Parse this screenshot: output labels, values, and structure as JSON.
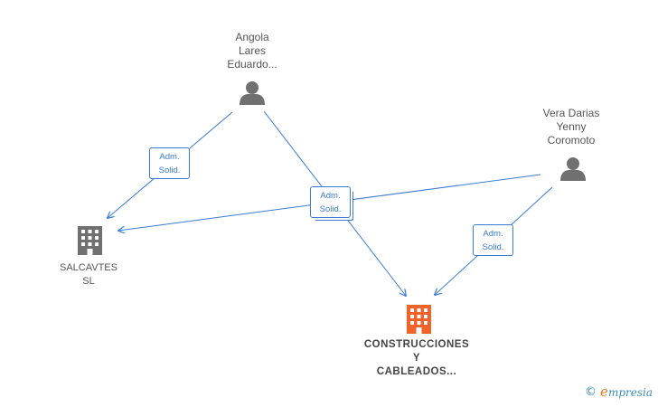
{
  "nodes": {
    "person_angola": {
      "lines": [
        "Angola",
        "Lares",
        "Eduardo..."
      ]
    },
    "person_vera": {
      "lines": [
        "Vera Darias",
        "Yenny",
        "Coromoto"
      ]
    },
    "company_salcavtes": {
      "lines": [
        "SALCAVTES",
        "SL"
      ]
    },
    "company_construcciones": {
      "lines": [
        "CONSTRUCCIONES",
        "Y",
        "CABLEADOS..."
      ]
    }
  },
  "edge_labels": {
    "angola_salcavtes": [
      "Adm.",
      "Solid."
    ],
    "angola_construcciones": [
      "Adm.",
      "Solid."
    ],
    "vera_construcciones": [
      "Adm.",
      "Solid."
    ]
  },
  "colors": {
    "edge": "#3a7bd5",
    "person_icon": "#707070",
    "company_secondary": "#707070",
    "company_main": "#f0632a"
  },
  "footer": {
    "copyright_symbol": "©",
    "brand_first": "e",
    "brand_rest": "mpresia"
  }
}
